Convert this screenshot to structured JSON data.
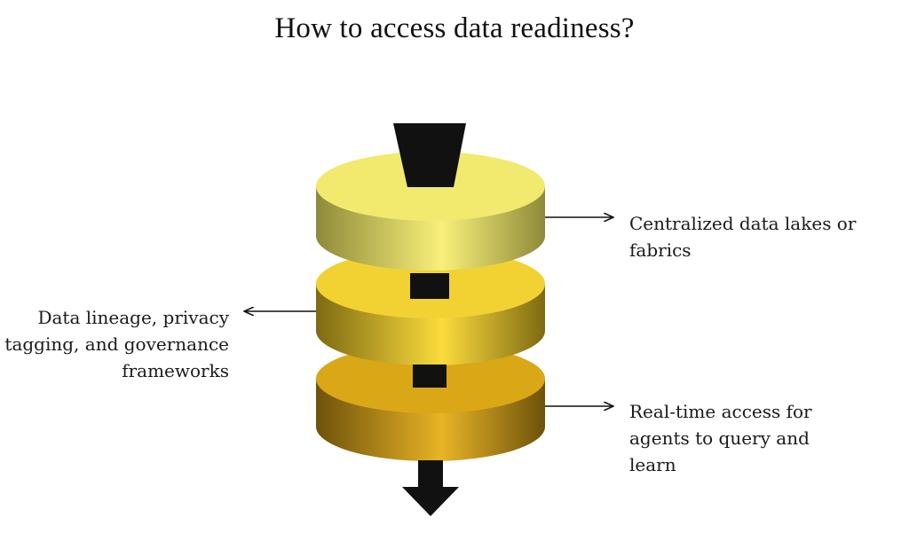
{
  "title": "How to access data readiness?",
  "layers": [
    {
      "label_lines": [
        "Centralized data lakes or",
        "fabrics"
      ],
      "side": "right",
      "colors": {
        "top": "#F2EA6E",
        "side_dark": "#8F8A3A",
        "side_light": "#F8F07A"
      }
    },
    {
      "label_lines": [
        "Data lineage, privacy",
        "tagging, and governance",
        "frameworks"
      ],
      "side": "left",
      "colors": {
        "top": "#F2D233",
        "side_dark": "#7E6A12",
        "side_light": "#FBDB3C"
      }
    },
    {
      "label_lines": [
        "Real-time access for",
        "agents to query and",
        "learn"
      ],
      "side": "right",
      "colors": {
        "top": "#DAA717",
        "side_dark": "#6E520A",
        "side_light": "#E8B426"
      }
    }
  ],
  "colors": {
    "connector": "#111111",
    "arrow": "#111111",
    "text": "#1a1a1a"
  }
}
